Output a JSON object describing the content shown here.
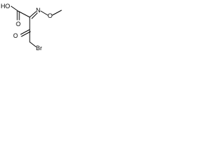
{
  "molecule": {
    "atoms": {
      "hydroxyl": "HO",
      "carbonyl_oxygen_acid": "O",
      "imine_nitrogen": "N",
      "methoxy_oxygen": "O",
      "methyl": "",
      "keto_oxygen": "O",
      "bromine": "Br"
    }
  }
}
